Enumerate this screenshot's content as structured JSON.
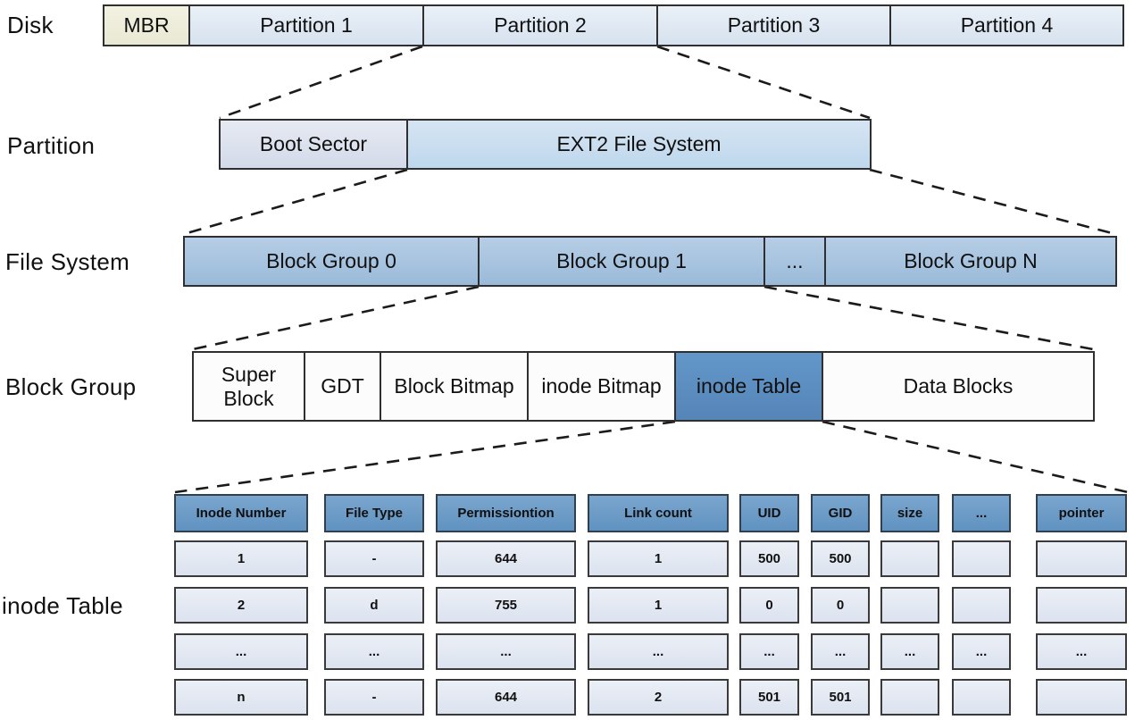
{
  "disk": {
    "label": "Disk",
    "mbr": "MBR",
    "partitions": [
      "Partition 1",
      "Partition 2",
      "Partition 3",
      "Partition 4"
    ]
  },
  "partition": {
    "label": "Partition",
    "boot_sector": "Boot Sector",
    "ext2": "EXT2 File System"
  },
  "file_system": {
    "label": "File System",
    "groups": [
      "Block Group 0",
      "Block Group 1",
      "...",
      "Block Group N"
    ]
  },
  "block_group": {
    "label": "Block Group",
    "sections": [
      "Super Block",
      "GDT",
      "Block Bitmap",
      "inode Bitmap",
      "inode Table",
      "Data Blocks"
    ]
  },
  "inode_table": {
    "label": "inode Table",
    "headers": [
      "Inode Number",
      "File Type",
      "Permissiontion",
      "Link count",
      "UID",
      "GID",
      "size",
      "...",
      "pointer"
    ],
    "rows": [
      [
        "1",
        "-",
        "644",
        "1",
        "500",
        "500",
        "",
        "",
        ""
      ],
      [
        "2",
        "d",
        "755",
        "1",
        "0",
        "0",
        "",
        "",
        ""
      ],
      [
        "...",
        "...",
        "...",
        "...",
        "...",
        "...",
        "...",
        "...",
        "..."
      ],
      [
        "n",
        "-",
        "644",
        "2",
        "501",
        "501",
        "",
        "",
        ""
      ]
    ]
  },
  "colors": {
    "mbr_fill": "#eeeedb",
    "partition_fill": "#dde7f2",
    "boot_sector_fill": "#dbe1ec",
    "ext2_fill": "#c9ddef",
    "block_group_fill": "#a6c3e0",
    "plain_fill": "#fcfcfc",
    "highlight_fill": "#5d90c3",
    "table_header_fill": "#6d9cc8",
    "table_cell_fill": "#e4e9f3",
    "border": "#2f2f2f"
  }
}
